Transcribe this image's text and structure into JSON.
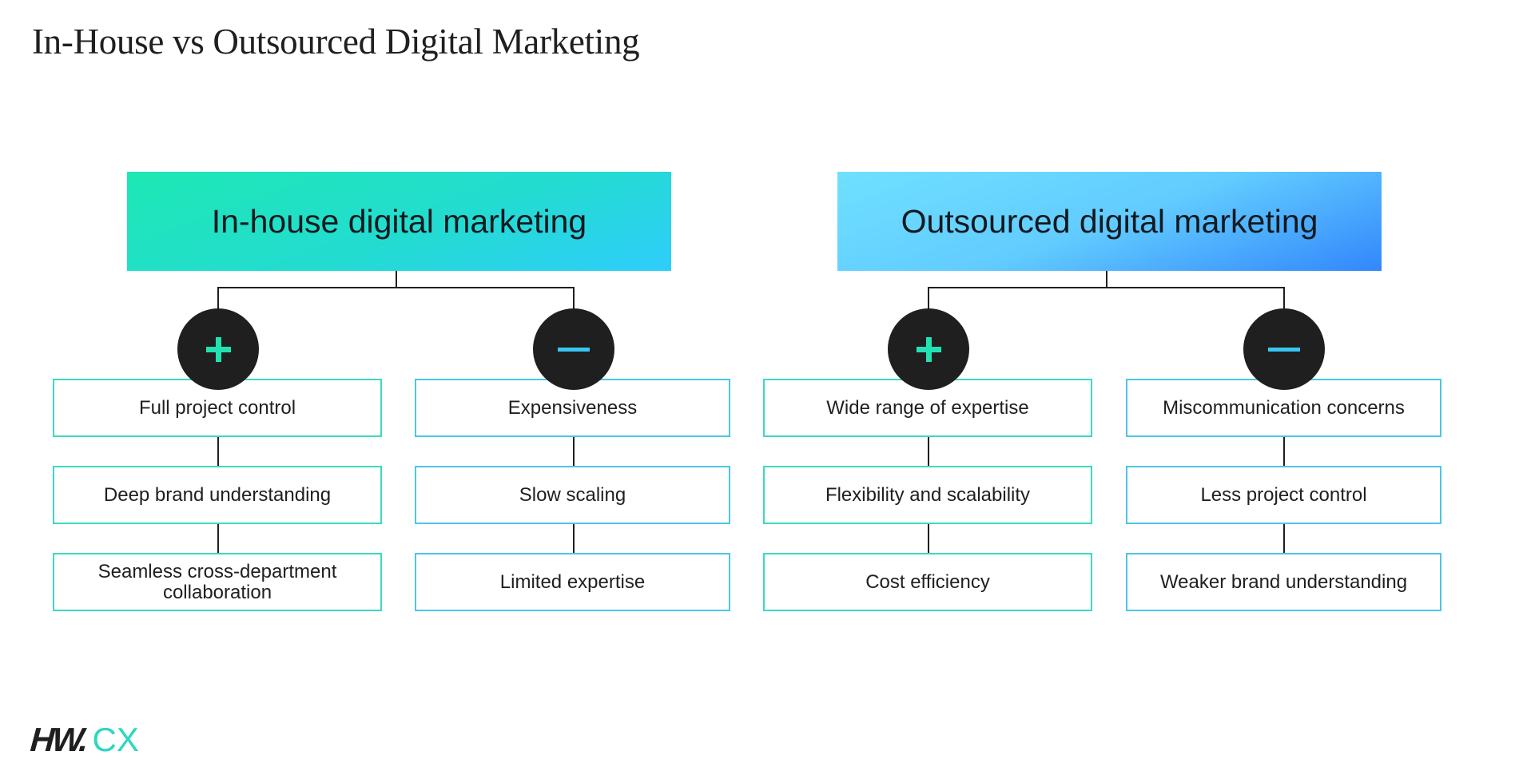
{
  "title": "In-House vs Outsourced Digital Marketing",
  "colors": {
    "pro_accent": "#22e2b2",
    "con_accent": "#3ac6f0",
    "pro_border": "#3dd9c1",
    "con_border": "#4cc6e6",
    "circle_fill": "#1f1f1f",
    "inhouse_gradient": [
      "#1de8b4",
      "#2fcdfb"
    ],
    "outsourced_gradient": [
      "#6fe0ff",
      "#3287fb"
    ]
  },
  "groups": [
    {
      "header": "In-house digital marketing",
      "pros": {
        "icon": "plus-icon",
        "items": [
          "Full project control",
          "Deep brand understanding",
          "Seamless cross-department collaboration"
        ]
      },
      "cons": {
        "icon": "minus-icon",
        "items": [
          "Expensiveness",
          "Slow scaling",
          "Limited expertise"
        ]
      }
    },
    {
      "header": "Outsourced digital marketing",
      "pros": {
        "icon": "plus-icon",
        "items": [
          "Wide range of expertise",
          "Flexibility and scalability",
          "Cost efficiency"
        ]
      },
      "cons": {
        "icon": "minus-icon",
        "items": [
          "Miscommunication concerns",
          "Less project control",
          "Weaker brand understanding"
        ]
      }
    }
  ],
  "logo": {
    "primary": "HW.",
    "secondary": "CX"
  }
}
